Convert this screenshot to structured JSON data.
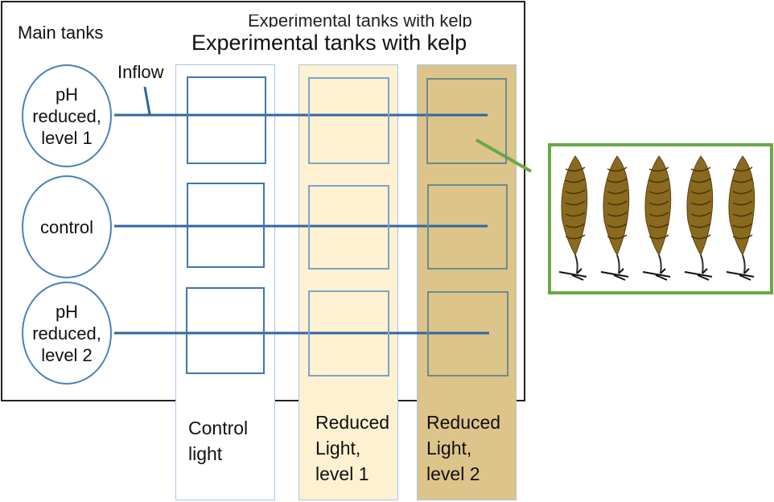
{
  "diagram": {
    "main_tanks_label": "Main tanks",
    "title": "Experimental tanks with kelp",
    "inflow_label": "Inflow",
    "main_tanks": [
      {
        "label": "pH\nreduced,\nlevel 1"
      },
      {
        "label": "control"
      },
      {
        "label": "pH\nreduced,\nlevel 2"
      }
    ],
    "light_columns": [
      {
        "label": "Control\nlight"
      },
      {
        "label": "Reduced\nLight,\nlevel 1"
      },
      {
        "label": "Reduced\nLight,\nlevel 2"
      }
    ],
    "kelp_count": 5,
    "colors": {
      "line": "#2f66a6",
      "circle_border": "#4a82bb",
      "control_light": "#ffffff",
      "reduced_light_1": "#fdf1d2",
      "reduced_light_2": "#dcc48a",
      "kelp_box_border": "#6aa843",
      "kelp": "#8a6a1e"
    }
  }
}
